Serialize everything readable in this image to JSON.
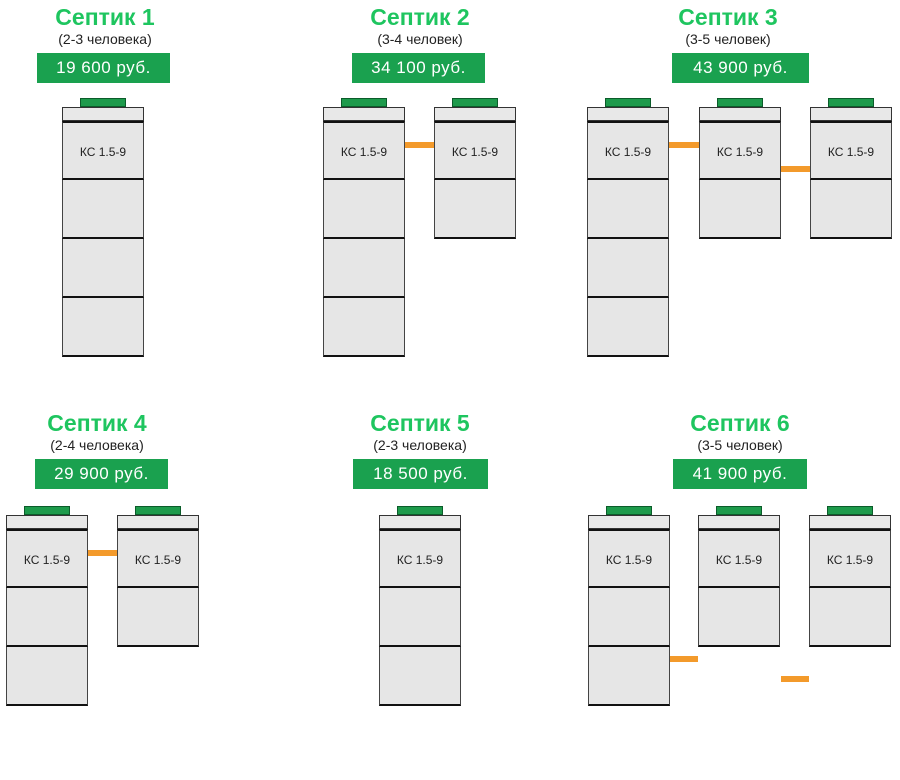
{
  "septics": [
    {
      "title": "Септик 1",
      "capacity": "(2-3 человека)",
      "price": "19 600 руб.",
      "tanks": [
        {
          "rings": 4,
          "label": "КС 1.5-9"
        }
      ]
    },
    {
      "title": "Септик 2",
      "capacity": "(3-4 человек)",
      "price": "34 100 руб.",
      "tanks": [
        {
          "rings": 4,
          "label": "КС 1.5-9"
        },
        {
          "rings": 2,
          "label": "КС 1.5-9"
        }
      ]
    },
    {
      "title": "Септик 3",
      "capacity": "(3-5 человек)",
      "price": "43 900 руб.",
      "tanks": [
        {
          "rings": 4,
          "label": "КС 1.5-9"
        },
        {
          "rings": 2,
          "label": "КС 1.5-9"
        },
        {
          "rings": 2,
          "label": "КС 1.5-9"
        }
      ]
    },
    {
      "title": "Септик 4",
      "capacity": "(2-4 человека)",
      "price": "29 900 руб.",
      "tanks": [
        {
          "rings": 3,
          "label": "КС 1.5-9"
        },
        {
          "rings": 2,
          "label": "КС 1.5-9"
        }
      ]
    },
    {
      "title": "Септик 5",
      "capacity": "(2-3 человека)",
      "price": "18 500 руб.",
      "tanks": [
        {
          "rings": 3,
          "label": "КС 1.5-9"
        }
      ]
    },
    {
      "title": "Септик 6",
      "capacity": "(3-5 человек)",
      "price": "41 900 руб.",
      "tanks": [
        {
          "rings": 3,
          "label": "КС 1.5-9"
        },
        {
          "rings": 2,
          "label": "КС 1.5-9"
        },
        {
          "rings": 2,
          "label": "КС 1.5-9"
        }
      ]
    }
  ],
  "colors": {
    "title": "#1ec55f",
    "price_bg": "#1aa14f",
    "lid": "#1d9a4b",
    "pipe": "#f39a2b",
    "ring": "#e6e6e6"
  }
}
